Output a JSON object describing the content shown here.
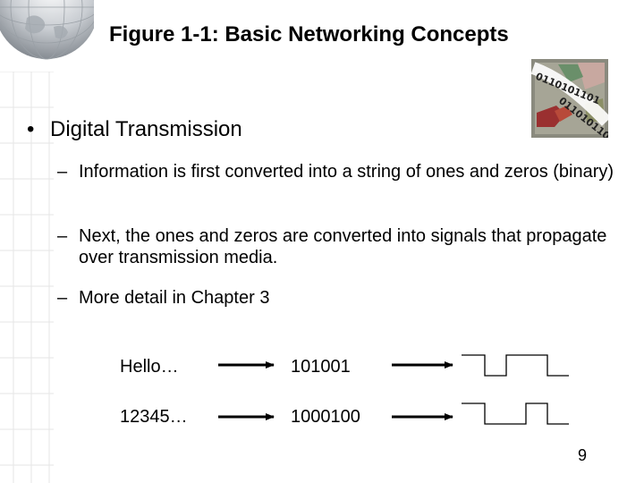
{
  "slide": {
    "title": "Figure 1-1: Basic Networking Concepts",
    "bullet": {
      "mark": "•",
      "text": "Digital Transmission"
    },
    "sub_bullets": [
      {
        "dash": "–",
        "text": "Information is first converted into a string of ones and zeros (binary)"
      },
      {
        "dash": "–",
        "text": "Next, the ones and zeros are converted into signals that propagate over transmission media."
      },
      {
        "dash": "–",
        "text": "More detail in Chapter 3"
      }
    ],
    "examples": [
      {
        "input": "Hello…",
        "binary": "101001"
      },
      {
        "input": "12345…",
        "binary": "1000100"
      }
    ],
    "clipart_digits": "0110101101",
    "page_number": "9"
  }
}
